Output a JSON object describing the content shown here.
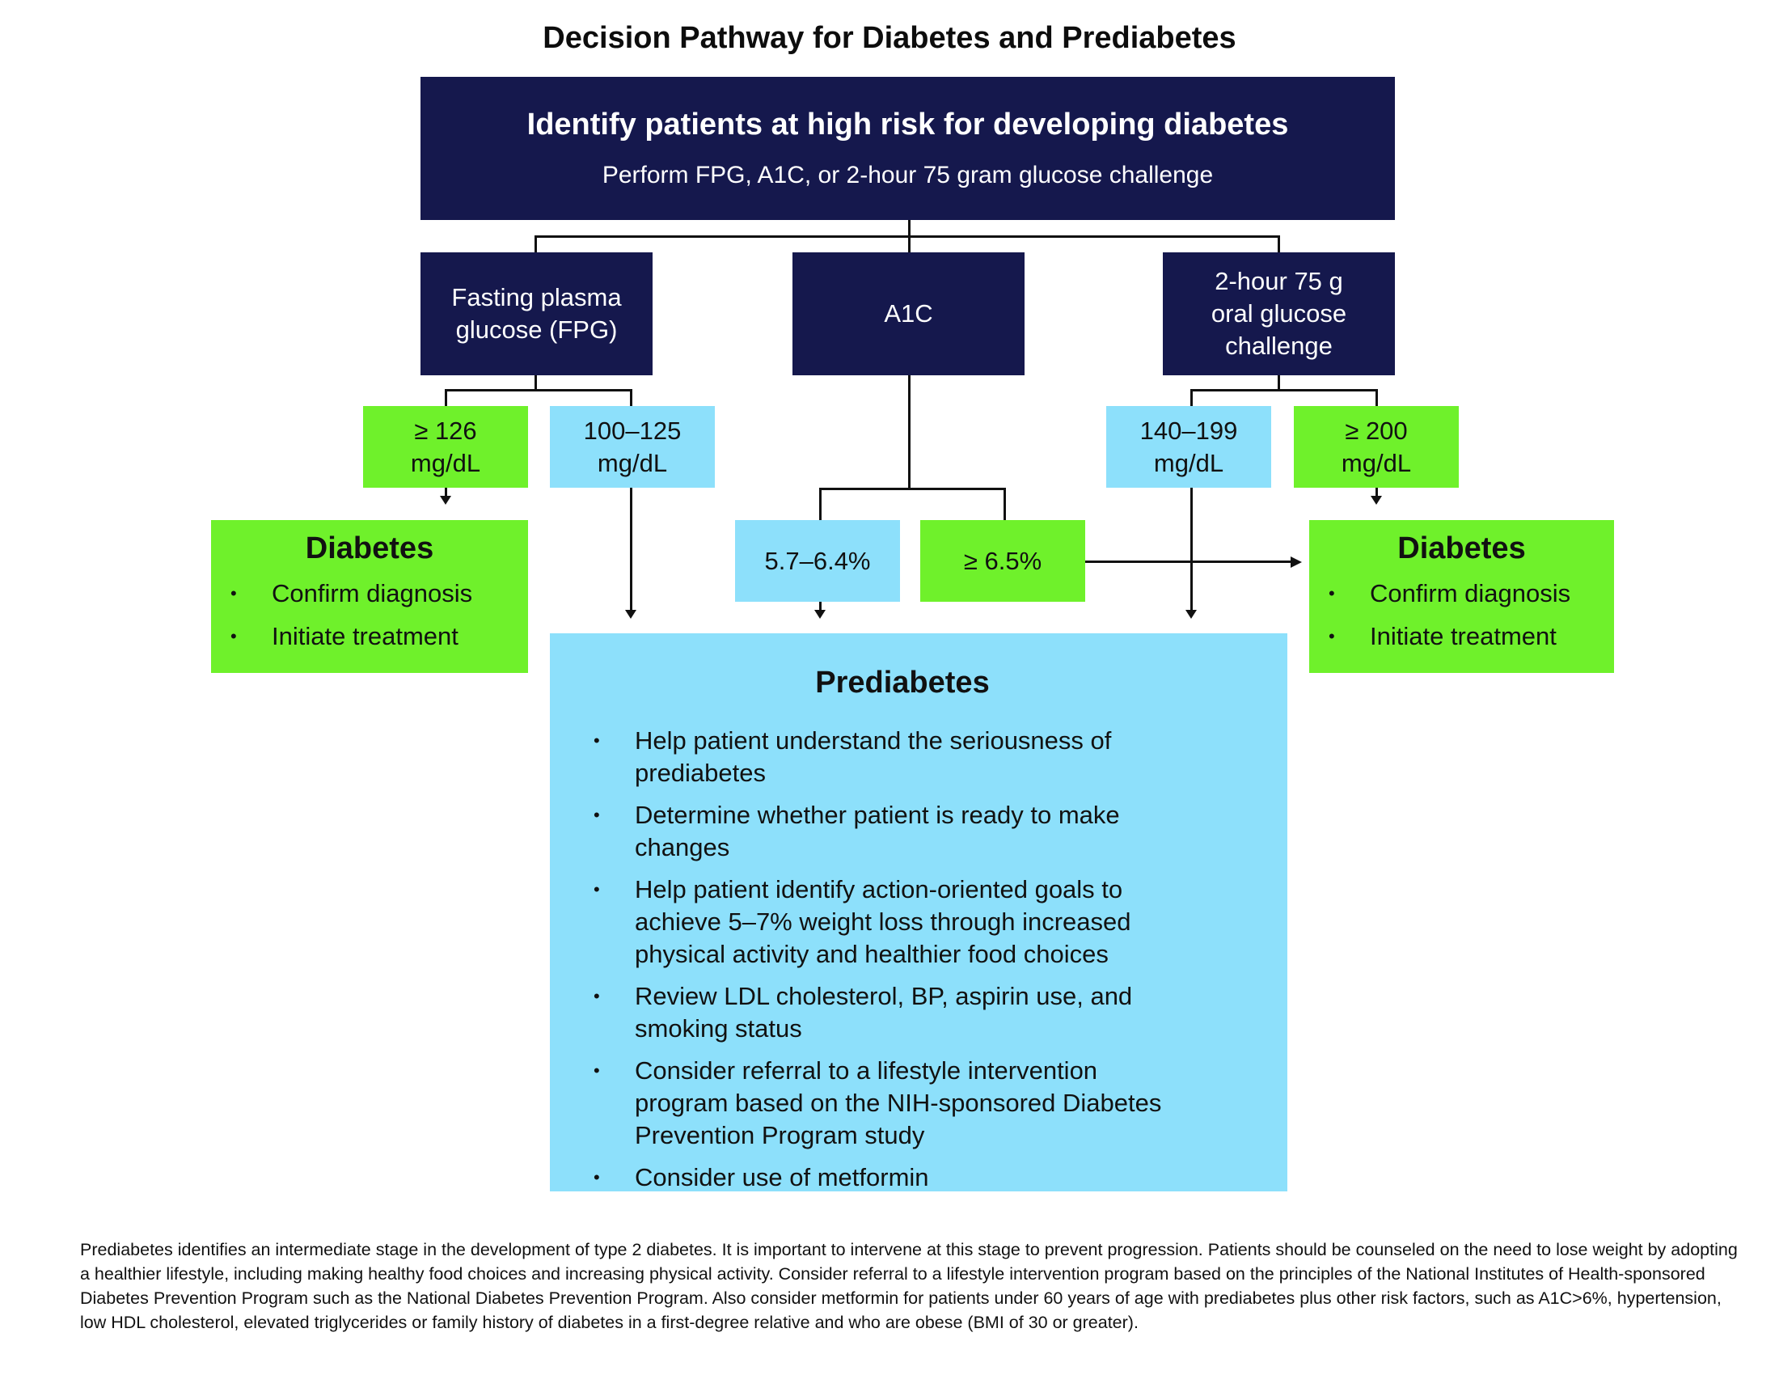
{
  "title": "Decision Pathway for Diabetes and Prediabetes",
  "top": {
    "heading": "Identify patients at high risk for developing diabetes",
    "subheading": "Perform FPG, A1C, or 2-hour 75 gram glucose challenge"
  },
  "tests": {
    "fpg": "Fasting plasma glucose (FPG)",
    "a1c": "A1C",
    "ogtt": "2-hour 75 g oral glucose challenge"
  },
  "results": {
    "fpg_high": "≥ 126 mg/dL",
    "fpg_mid": "100–125 mg/dL",
    "a1c_mid": "5.7–6.4%",
    "a1c_high": "≥ 6.5%",
    "ogtt_mid": "140–199 mg/dL",
    "ogtt_high": "≥ 200 mg/dL"
  },
  "diabetes_left": {
    "title": "Diabetes",
    "items": [
      "Confirm diagnosis",
      "Initiate treatment"
    ]
  },
  "diabetes_right": {
    "title": "Diabetes",
    "items": [
      "Confirm diagnosis",
      "Initiate treatment"
    ]
  },
  "prediabetes": {
    "title": "Prediabetes",
    "items": [
      "Help patient understand the seriousness of prediabetes",
      "Determine whether patient is ready to make changes",
      "Help patient identify action-oriented goals to achieve 5–7% weight loss through increased physical activity and healthier food choices",
      "Review LDL cholesterol, BP, aspirin use, and smoking status",
      "Consider referral to a lifestyle intervention program based on the NIH-sponsored Diabetes Prevention Program study",
      "Consider use of metformin"
    ]
  },
  "footnote": "Prediabetes identifies an intermediate stage in the development of type 2 diabetes. It is important to intervene at this stage to prevent progression. Patients should be counseled on the need to lose weight by adopting a healthier lifestyle, including making healthy food choices and increasing physical activity. Consider referral to a lifestyle intervention program based on the principles of the National Institutes of Health-sponsored Diabetes Prevention Program such as the National Diabetes Prevention Program. Also consider metformin for patients under 60 years of age with prediabetes plus other risk factors, such as A1C>6%, hypertension, low HDL cholesterol, elevated triglycerides or family history of diabetes in a first-degree relative and who are obese (BMI of 30 or greater).",
  "colors": {
    "navy": "#15184d",
    "green": "#6ff12b",
    "light_blue": "#8de0fb"
  }
}
